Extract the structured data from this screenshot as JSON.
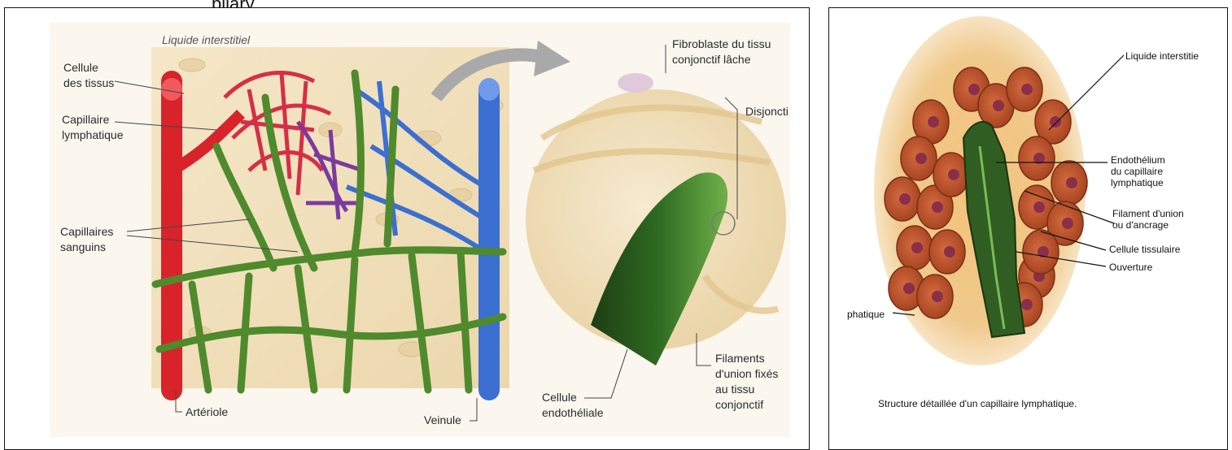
{
  "top_fragment": "pilary",
  "left_figure": {
    "labels": {
      "liquide_interstitiel": "Liquide interstitiel",
      "cellule_des_tissus": "Cellule\ndes tissus",
      "capillaire_lymphatique": "Capillaire\nlymphatique",
      "capillaires_sanguins": "Capillaires\nsanguins",
      "arteriole": "Artériole",
      "veinule": "Veinule",
      "fibroblaste": "Fibroblaste du tissu\nconjonctif lâche",
      "disjonction": "Disjoncti",
      "filaments": "Filaments\nd'union fixés\nau tissu\nconjonctif",
      "cellule_endotheliale": "Cellule\nendothéliale"
    }
  },
  "right_figure": {
    "labels": {
      "liquide_interstitiel": "Liquide interstitie",
      "endothelium": "Endothélium\ndu capillaire\nlymphatique",
      "filament": "Filament d'union\nou d'ancrage",
      "cellule_tissulaire": "Cellule tissulaire",
      "ouverture": "Ouverture",
      "lymphatique_fragment": "phatique",
      "caption": "Structure détaillée d'un capillaire lymphatique."
    }
  },
  "colors": {
    "artery": "#d8232a",
    "vein": "#3b6fd1",
    "lymph": "#4f8a2c",
    "tissue": "#f3e3bf",
    "cell": "#b8512a"
  }
}
